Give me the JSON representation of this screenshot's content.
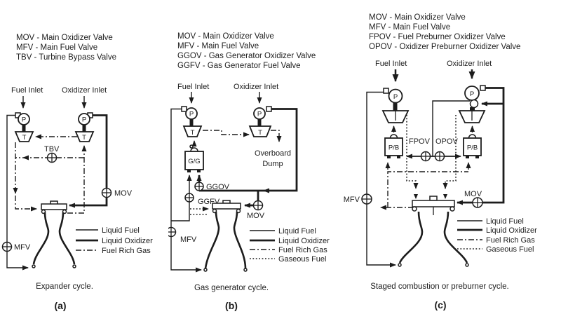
{
  "figure": {
    "background": "#ffffff",
    "ink_color": "#1c1c1c",
    "description": "Three rocket engine power cycle schematics"
  },
  "panels": {
    "a": {
      "abbreviations": [
        "MOV - Main Oxidizer Valve",
        "MFV - Main Fuel Valve",
        "TBV - Turbine Bypass Valve"
      ],
      "fuel_inlet_label": "Fuel Inlet",
      "oxidizer_inlet_label": "Oxidizer Inlet",
      "pump_label": "P",
      "turbine_label": "T",
      "tbv_label": "TBV",
      "mov_label": "MOV",
      "mfv_label": "MFV",
      "legend": [
        {
          "label": "Liquid Fuel",
          "line_style": "thin-solid"
        },
        {
          "label": "Liquid Oxidizer",
          "line_style": "thick-solid"
        },
        {
          "label": "Fuel Rich Gas",
          "line_style": "dash-dot"
        }
      ],
      "caption": "Expander cycle.",
      "tag": "(a)"
    },
    "b": {
      "abbreviations": [
        "MOV - Main Oxidizer Valve",
        "MFV - Main Fuel Valve",
        "GGOV - Gas Generator Oxidizer Valve",
        "GGFV - Gas Generator Fuel Valve"
      ],
      "fuel_inlet_label": "Fuel Inlet",
      "oxidizer_inlet_label": "Oxidizer Inlet",
      "pump_label": "P",
      "turbine_label": "T",
      "gas_generator_label": "G/G",
      "ggov_label": "GGOV",
      "ggfv_label": "GGFV",
      "mov_label": "MOV",
      "mfv_label": "MFV",
      "overboard_dump_lines": [
        "Overboard",
        "Dump"
      ],
      "legend": [
        {
          "label": "Liquid Fuel",
          "line_style": "thin-solid"
        },
        {
          "label": "Liquid Oxidizer",
          "line_style": "thick-solid"
        },
        {
          "label": "Fuel Rich Gas",
          "line_style": "dash-dot"
        },
        {
          "label": "Gaseous Fuel",
          "line_style": "dotted"
        }
      ],
      "caption": "Gas generator cycle.",
      "tag": "(b)"
    },
    "c": {
      "abbreviations": [
        "MOV - Main Oxidizer Valve",
        "MFV - Main Fuel Valve",
        "FPOV - Fuel Preburner Oxidizer Valve",
        "OPOV - Oxidizer Preburner Oxidizer Valve"
      ],
      "fuel_inlet_label": "Fuel Inlet",
      "oxidizer_inlet_label": "Oxidizer Inlet",
      "pump_label": "P",
      "preburner_label": "P/B",
      "fpov_label": "FPOV",
      "opov_label": "OPOV",
      "mov_label": "MOV",
      "mfv_label": "MFV",
      "legend": [
        {
          "label": "Liquid Fuel",
          "line_style": "thin-solid"
        },
        {
          "label": "Liquid Oxidizer",
          "line_style": "thick-solid"
        },
        {
          "label": "Fuel Rich Gas",
          "line_style": "dash-dot"
        },
        {
          "label": "Gaseous Fuel",
          "line_style": "dotted"
        }
      ],
      "caption": "Staged combustion or preburner cycle.",
      "tag": "(c)"
    }
  }
}
